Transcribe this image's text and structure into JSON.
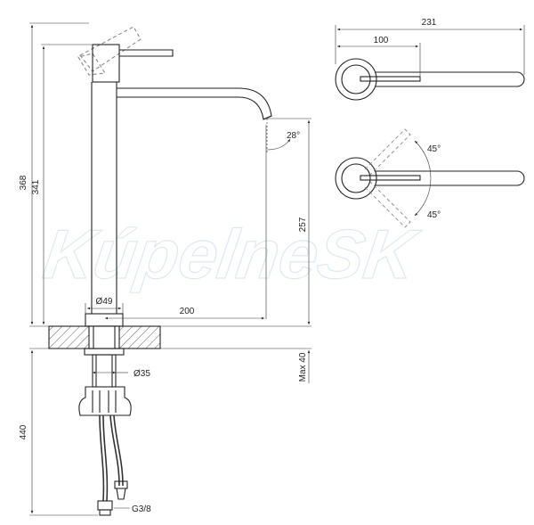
{
  "watermark": "KúpelneSK",
  "dimensions": {
    "total_height": "368",
    "spout_height": "341",
    "outlet_height": "257",
    "spout_angle": "28°",
    "base_diameter": "Ø49",
    "spout_reach": "200",
    "shank_diameter": "Ø35",
    "max_deck": "Max 40",
    "hose_length": "440",
    "hose_thread": "G3/8",
    "top_width": "231",
    "top_lever_reach": "100",
    "lever_angle_up": "45°",
    "lever_angle_down": "45°"
  }
}
